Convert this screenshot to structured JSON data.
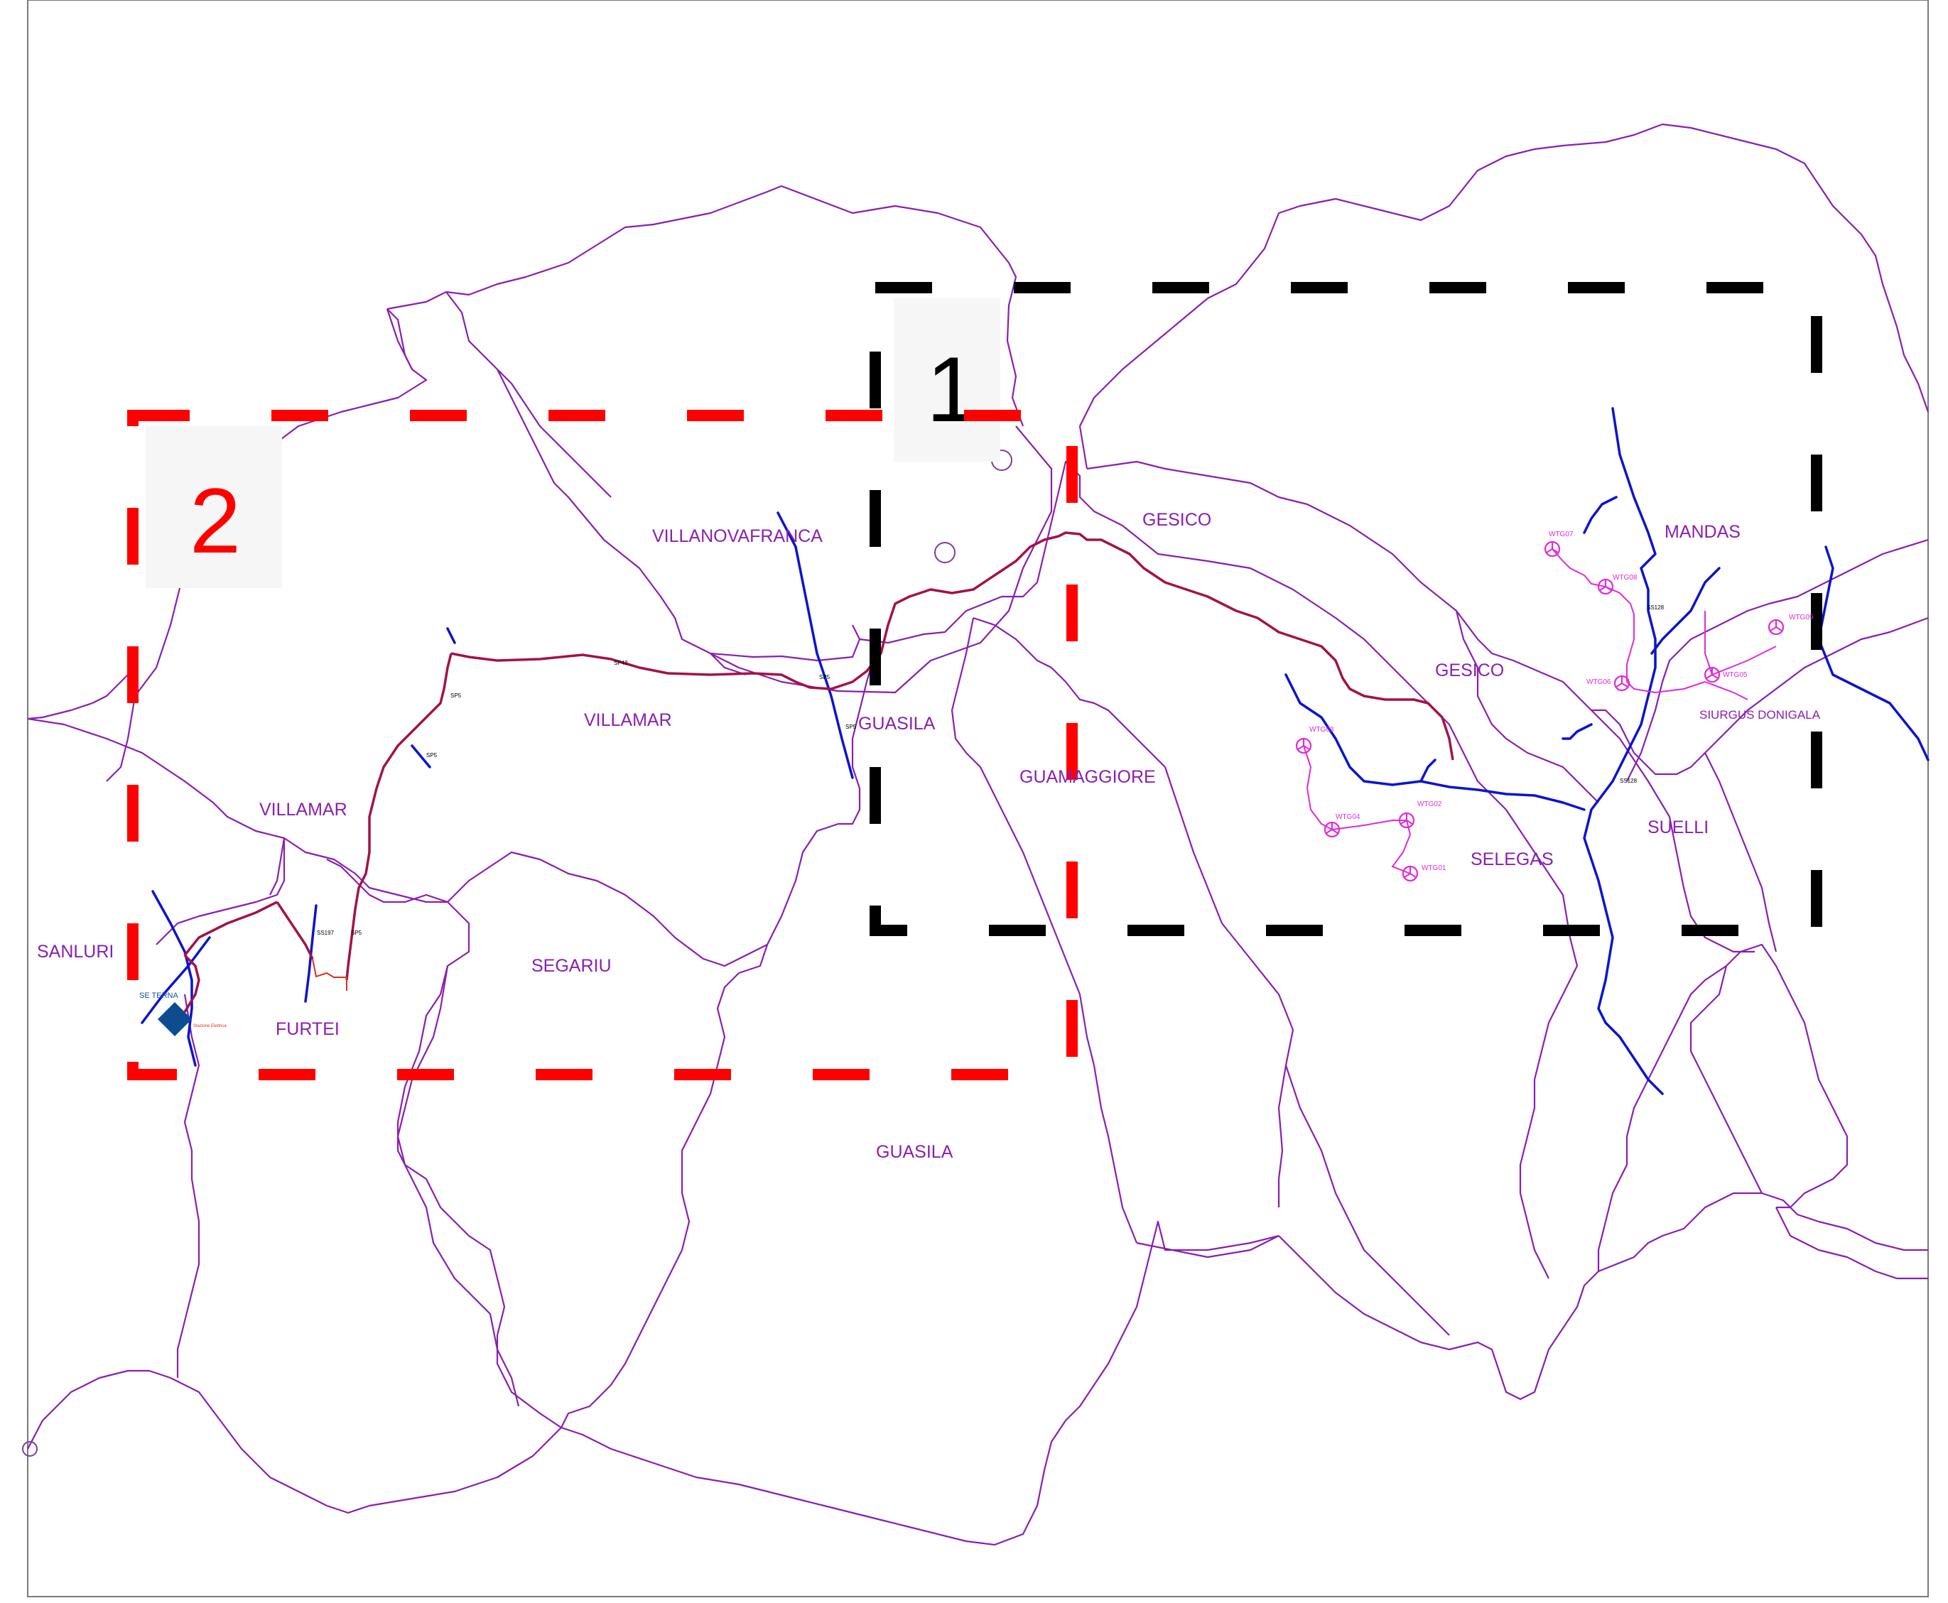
{
  "zones": [
    {
      "id": "zone-1",
      "label": "1",
      "color": "#000000"
    },
    {
      "id": "zone-2",
      "label": "2",
      "color": "#ff0000"
    }
  ],
  "towns": {
    "sanluri": "SANLURI",
    "villamar_w": "VILLAMAR",
    "villamar_c": "VILLAMAR",
    "furtei": "FURTEI",
    "segariu": "SEGARIU",
    "villanovafranca": "VILLANOVAFRANCA",
    "guasila_n": "GUASILA",
    "guasila_s": "GUASILA",
    "guamaggiore": "GUAMAGGIORE",
    "gesico_n": "GESICO",
    "gesico_c": "GESICO",
    "mandas": "MANDAS",
    "siurgus": "SIURGUS DONIGALA",
    "suelli": "SUELLI",
    "selegas": "SELEGAS"
  },
  "roads": {
    "sp42": "SP42",
    "sp5_a": "SP5",
    "sp5_b": "SP5",
    "sp5_c": "SP5",
    "sp5_d": "SP5",
    "sp5_e": "SP5",
    "ss197": "SS197",
    "ss128_a": "SS128",
    "ss128_b": "SS128"
  },
  "turbines": [
    {
      "id": "wtg01",
      "label": "WTG01"
    },
    {
      "id": "wtg02",
      "label": "WTG02"
    },
    {
      "id": "wtg03",
      "label": "WTG03"
    },
    {
      "id": "wtg04",
      "label": "WTG04"
    },
    {
      "id": "wtg05",
      "label": "WTG05"
    },
    {
      "id": "wtg06",
      "label": "WTG06"
    },
    {
      "id": "wtg07",
      "label": "WTG07"
    },
    {
      "id": "wtg08",
      "label": "WTG08"
    },
    {
      "id": "wtg09",
      "label": "WTG09"
    }
  ],
  "substation": {
    "label": "SE TERNA",
    "sublabel": "Stazione Elettrica"
  },
  "colors": {
    "boundary": "#8a1fb0",
    "road": "#0a14d0",
    "cable": "#a3124a",
    "turbine": "#e02ad8",
    "substation": "#0d4c91"
  }
}
